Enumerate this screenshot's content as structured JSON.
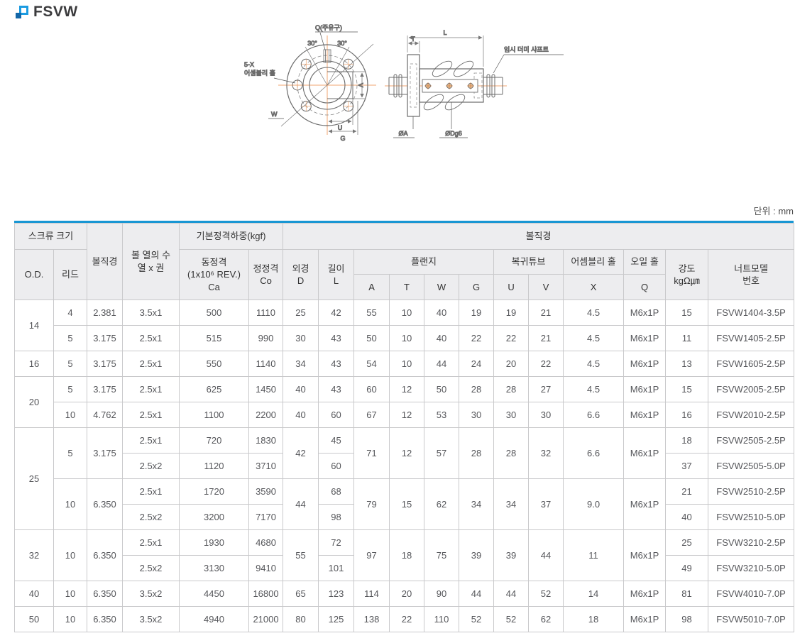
{
  "page": {
    "title": "FSVW",
    "unit_label": "단위 : mm"
  },
  "colors": {
    "accent_blue": "#1896d3",
    "header_bg": "#ededef",
    "line_orange": "#f0a670",
    "border_gray": "#c9c9cb"
  },
  "diagram": {
    "front_view": {
      "oil_port": "Q(주유구)",
      "angle_left": "30°",
      "angle_right": "30°",
      "assembly_holes_line1": "5-X",
      "assembly_holes_line2": "어셈블리 홀",
      "dim_w": "W",
      "dim_v": "V",
      "dim_u": "U",
      "dim_g": "G"
    },
    "side_view": {
      "dim_l": "L",
      "dim_t": "T",
      "dummy_shaft": "임시 더미 샤프트",
      "dim_a": "ØA",
      "dim_d": "ØDg6"
    }
  },
  "table": {
    "header_rows": [
      [
        {
          "t": "스크류 크기",
          "c": 2
        },
        {
          "t": "볼직경",
          "r": 3
        },
        {
          "t": "볼 열의 수\n열 x 권",
          "r": 3
        },
        {
          "t": "기본정격하중(kgf)",
          "c": 2
        },
        {
          "t": "볼직경",
          "c": 12
        }
      ],
      [
        {
          "t": "O.D.",
          "r": 2
        },
        {
          "t": "리드",
          "r": 2
        },
        {
          "t": "동정격\n(1x10⁶ REV.)\nCa",
          "r": 2
        },
        {
          "t": "정정격\nCo",
          "r": 2
        },
        {
          "t": "외경\nD",
          "r": 2
        },
        {
          "t": "길이\nL",
          "r": 2
        },
        {
          "t": "플랜지",
          "c": 4
        },
        {
          "t": "복귀튜브",
          "c": 2
        },
        {
          "t": "어셈블리 홀"
        },
        {
          "t": "오일 홀"
        },
        {
          "t": "강도\nkgΩ㎛",
          "r": 2
        },
        {
          "t": "너트모델\n번호",
          "r": 2
        }
      ],
      [
        {
          "t": "A"
        },
        {
          "t": "T"
        },
        {
          "t": "W"
        },
        {
          "t": "G"
        },
        {
          "t": "U"
        },
        {
          "t": "V"
        },
        {
          "t": "X"
        },
        {
          "t": "Q"
        }
      ]
    ],
    "rows": [
      [
        {
          "t": "14",
          "r": 2
        },
        "4",
        "2.381",
        "3.5x1",
        "500",
        "1110",
        "25",
        "42",
        "55",
        "10",
        "40",
        "19",
        "19",
        "21",
        "4.5",
        "M6x1P",
        "15",
        "FSVW1404-3.5P"
      ],
      [
        "5",
        "3.175",
        "2.5x1",
        "515",
        "990",
        "30",
        "43",
        "50",
        "10",
        "40",
        "22",
        "22",
        "21",
        "4.5",
        "M6x1P",
        "11",
        "FSVW1405-2.5P"
      ],
      [
        "16",
        "5",
        "3.175",
        "2.5x1",
        "550",
        "1140",
        "34",
        "43",
        "54",
        "10",
        "44",
        "24",
        "20",
        "22",
        "4.5",
        "M6x1P",
        "13",
        "FSVW1605-2.5P"
      ],
      [
        {
          "t": "20",
          "r": 2
        },
        "5",
        "3.175",
        "2.5x1",
        "625",
        "1450",
        "40",
        "43",
        "60",
        "12",
        "50",
        "28",
        "28",
        "27",
        "4.5",
        "M6x1P",
        "15",
        "FSVW2005-2.5P"
      ],
      [
        "10",
        "4.762",
        "2.5x1",
        "1100",
        "2200",
        "40",
        "60",
        "67",
        "12",
        "53",
        "30",
        "30",
        "30",
        "6.6",
        "M6x1P",
        "16",
        "FSVW2010-2.5P"
      ],
      [
        {
          "t": "25",
          "r": 4
        },
        {
          "t": "5",
          "r": 2
        },
        {
          "t": "3.175",
          "r": 2
        },
        "2.5x1",
        "720",
        "1830",
        {
          "t": "42",
          "r": 2
        },
        "45",
        {
          "t": "71",
          "r": 2
        },
        {
          "t": "12",
          "r": 2
        },
        {
          "t": "57",
          "r": 2
        },
        {
          "t": "28",
          "r": 2
        },
        {
          "t": "28",
          "r": 2
        },
        {
          "t": "32",
          "r": 2
        },
        {
          "t": "6.6",
          "r": 2
        },
        {
          "t": "M6x1P",
          "r": 2
        },
        "18",
        "FSVW2505-2.5P"
      ],
      [
        "2.5x2",
        "1120",
        "3710",
        "60",
        "37",
        "FSVW2505-5.0P"
      ],
      [
        {
          "t": "10",
          "r": 2
        },
        {
          "t": "6.350",
          "r": 2
        },
        "2.5x1",
        "1720",
        "3590",
        {
          "t": "44",
          "r": 2
        },
        "68",
        {
          "t": "79",
          "r": 2
        },
        {
          "t": "15",
          "r": 2
        },
        {
          "t": "62",
          "r": 2
        },
        {
          "t": "34",
          "r": 2
        },
        {
          "t": "34",
          "r": 2
        },
        {
          "t": "37",
          "r": 2
        },
        {
          "t": "9.0",
          "r": 2
        },
        {
          "t": "M6x1P",
          "r": 2
        },
        "21",
        "FSVW2510-2.5P"
      ],
      [
        "2.5x2",
        "3200",
        "7170",
        "98",
        "40",
        "FSVW2510-5.0P"
      ],
      [
        {
          "t": "32",
          "r": 2
        },
        {
          "t": "10",
          "r": 2
        },
        {
          "t": "6.350",
          "r": 2
        },
        "2.5x1",
        "1930",
        "4680",
        {
          "t": "55",
          "r": 2
        },
        "72",
        {
          "t": "97",
          "r": 2
        },
        {
          "t": "18",
          "r": 2
        },
        {
          "t": "75",
          "r": 2
        },
        {
          "t": "39",
          "r": 2
        },
        {
          "t": "39",
          "r": 2
        },
        {
          "t": "44",
          "r": 2
        },
        {
          "t": "11",
          "r": 2
        },
        {
          "t": "M6x1P",
          "r": 2
        },
        "25",
        "FSVW3210-2.5P"
      ],
      [
        "2.5x2",
        "3130",
        "9410",
        "101",
        "49",
        "FSVW3210-5.0P"
      ],
      [
        "40",
        "10",
        "6.350",
        "3.5x2",
        "4450",
        "16800",
        "65",
        "123",
        "114",
        "20",
        "90",
        "44",
        "44",
        "52",
        "14",
        "M6x1P",
        "81",
        "FSVW4010-7.0P"
      ],
      [
        "50",
        "10",
        "6.350",
        "3.5x2",
        "4940",
        "21000",
        "80",
        "125",
        "138",
        "22",
        "110",
        "52",
        "52",
        "62",
        "18",
        "M6x1P",
        "98",
        "FSVW5010-7.0P"
      ]
    ]
  }
}
